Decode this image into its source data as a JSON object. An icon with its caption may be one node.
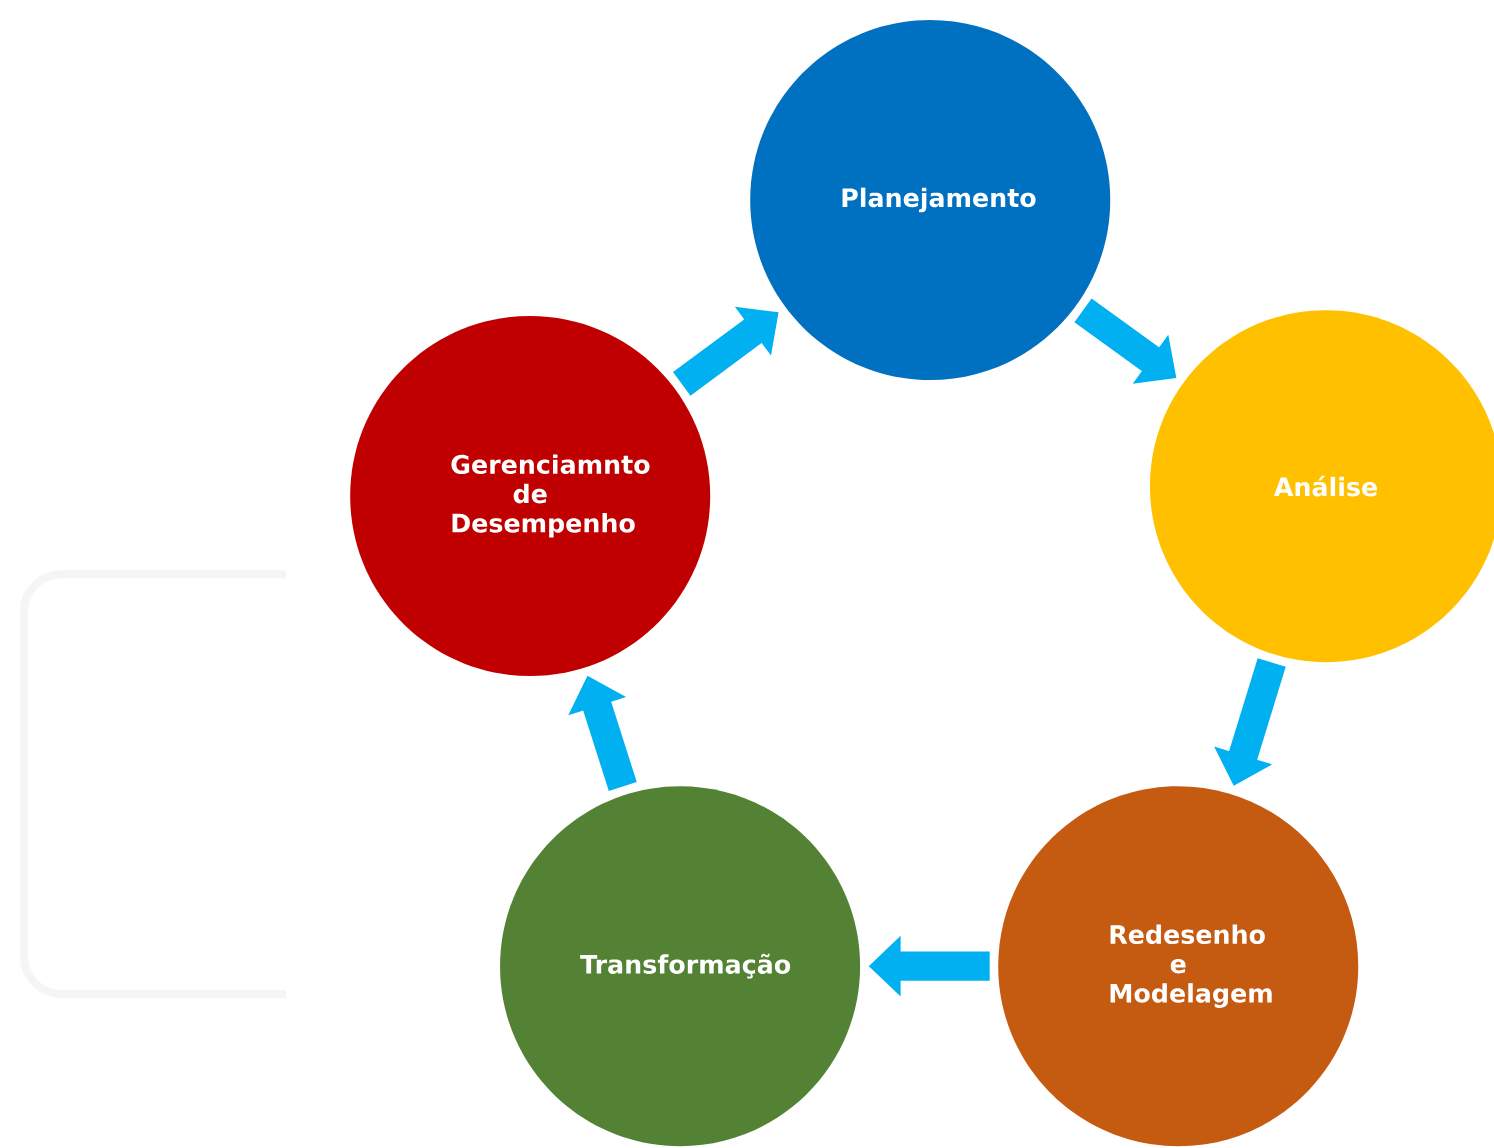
{
  "diagram": {
    "nodes": [
      {
        "text": [
          "Planejamento"
        ]
      },
      {
        "text": [
          "Análise"
        ]
      },
      {
        "text": [
          "Redesenho e Modelagem"
        ]
      },
      {
        "text": [
          "Transformação"
        ]
      },
      {
        "text": [
          "Gerenciamnto de Desempenho"
        ]
      }
    ],
    "edges": [
      {
        "from": 0,
        "to": 1,
        "arrow": "to"
      },
      {
        "from": 1,
        "to": 2,
        "arrow": "to"
      },
      {
        "from": 2,
        "to": 3,
        "arrow": "to"
      },
      {
        "from": 3,
        "to": 4,
        "arrow": "to"
      },
      {
        "from": 4,
        "to": 0,
        "arrow": "to"
      }
    ]
  }
}
